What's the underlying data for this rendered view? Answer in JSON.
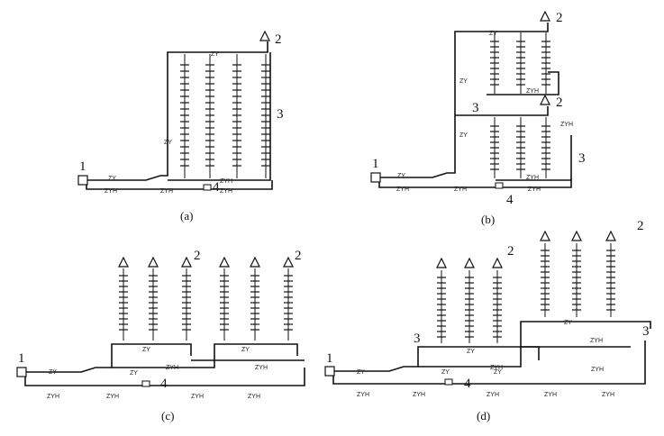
{
  "labels": {
    "supply": "ZY",
    "return": "ZYH",
    "n1": "1",
    "n2": "2",
    "n3": "3",
    "n4": "4"
  },
  "captions": {
    "a": "(a)",
    "b": "(b)",
    "c": "(c)",
    "d": "(d)"
  }
}
